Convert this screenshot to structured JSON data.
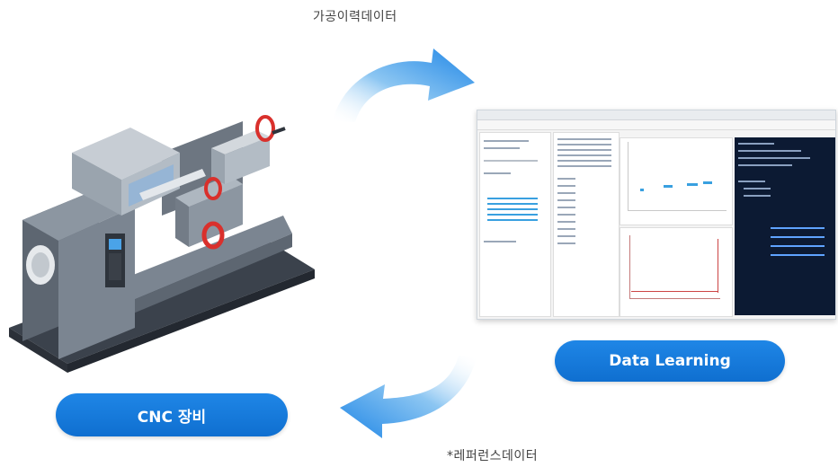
{
  "top_caption": "가공이력데이터",
  "bottom_caption": "*레퍼런스데이터",
  "cnc_label": "CNC 장비",
  "learning_label": "Data Learning",
  "colors": {
    "pill": "#1a7fe0",
    "arrow": "#2b8fe8",
    "terminal": "#0c1a33"
  },
  "icons": [
    "cnc-lathe-illustration",
    "cycle-arrow-icon",
    "software-screenshot"
  ]
}
